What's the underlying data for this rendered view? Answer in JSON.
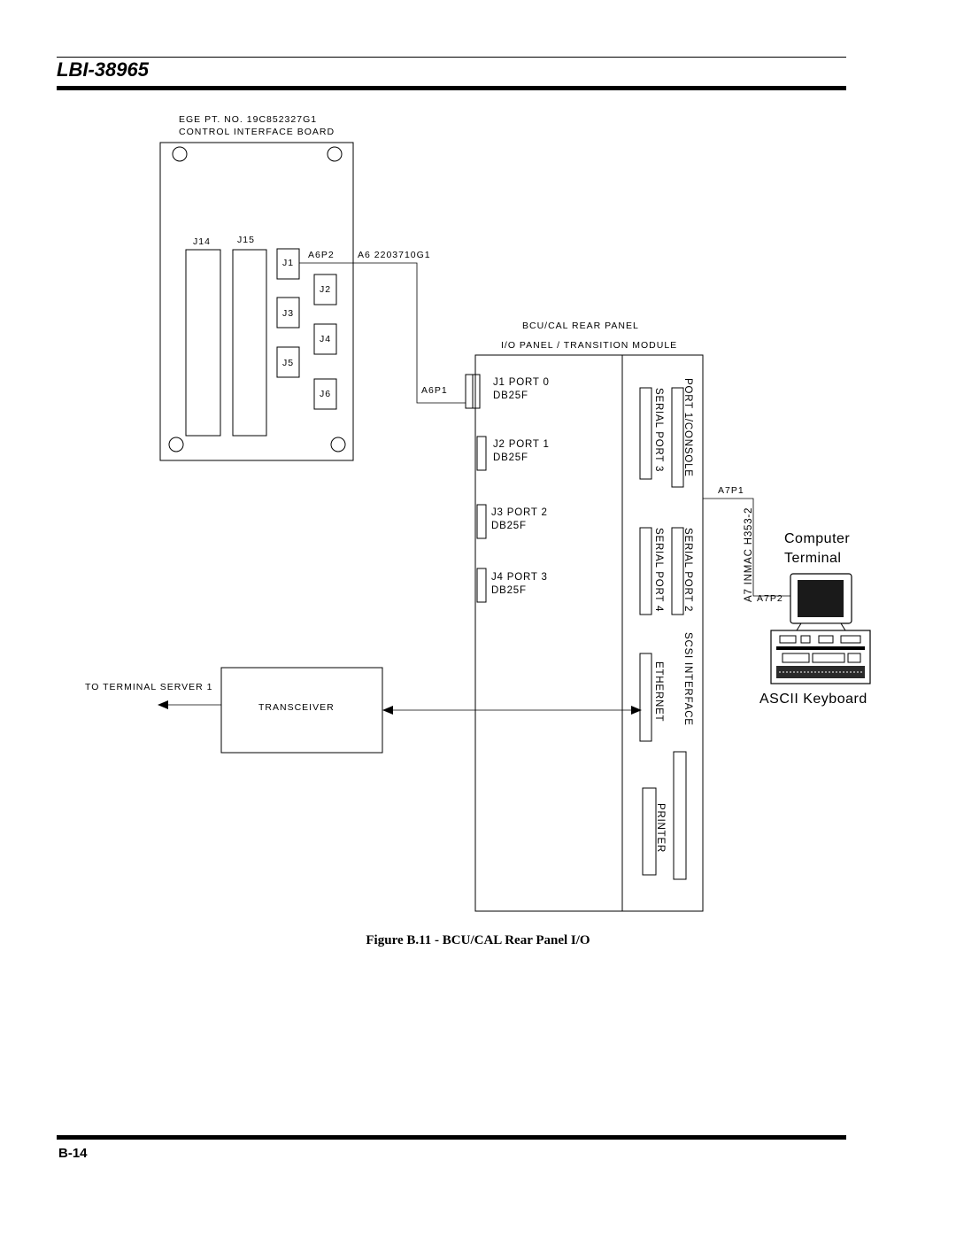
{
  "header": {
    "doc_id": "LBI-38965"
  },
  "footer": {
    "page_number": "B-14"
  },
  "figure": {
    "caption": "Figure B.11 - BCU/CAL Rear Panel I/O",
    "control_board": {
      "part_no": "EGE PT. NO. 19C852327G1",
      "name": "CONTROL INTERFACE BOARD",
      "connectors": [
        "J14",
        "J15",
        "J1",
        "J2",
        "J3",
        "J4",
        "J5",
        "J6"
      ]
    },
    "cable": {
      "board_plug": "A6P2",
      "part": "A6 2203710G1",
      "panel_plug": "A6P1"
    },
    "rear_panel": {
      "title": "BCU/CAL REAR  PANEL",
      "subtitle": "I/O PANEL / TRANSITION MODULE",
      "ports": [
        {
          "name": "J1 PORT 0",
          "type": "DB25F"
        },
        {
          "name": "J2 PORT 1",
          "type": "DB25F"
        },
        {
          "name": "J3 PORT 2",
          "type": "DB25F"
        },
        {
          "name": "J4 PORT 3",
          "type": "DB25F"
        }
      ],
      "vertical_labels": {
        "port1_console": "PORT 1/CONSOLE",
        "serial_port3": "SERIAL PORT 3",
        "serial_port2": "SERIAL PORT 2",
        "serial_port4": "SERIAL PORT 4",
        "scsi": "SCSI INTERFACE",
        "ethernet": "ETHERNET",
        "printer": "PRINTER"
      }
    },
    "terminal": {
      "plug1": "A7P1",
      "cable": "A7 INMAC H353-2",
      "plug2": "A7P2",
      "label_line1": "Computer",
      "label_line2": "Terminal",
      "keyboard": "ASCII Keyboard"
    },
    "transceiver": {
      "label": "TRANSCEIVER",
      "to_label": "TO TERMINAL SERVER 1"
    }
  }
}
